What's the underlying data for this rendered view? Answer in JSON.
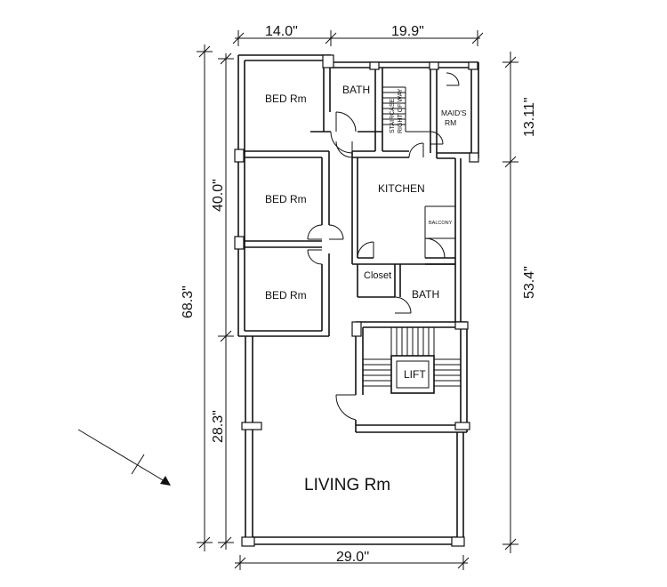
{
  "rooms": {
    "bed1": "BED Rm",
    "bed2": "BED Rm",
    "bed3": "BED Rm",
    "bath_top": "BATH",
    "staircase_line1": "STAIRCASE",
    "staircase_line2": "RIGHT OF WAY",
    "maids_line1": "MAID'S",
    "maids_line2": "RM",
    "kitchen": "KITCHEN",
    "balcony": "BALCONY",
    "closet": "Closet",
    "bath_mid": "BATH",
    "lift": "LIFT",
    "living": "LIVING Rm"
  },
  "dimensions": {
    "top_left": "14.0\"",
    "top_right": "19.9\"",
    "bottom": "29.0''",
    "left_upper": "40.0\"",
    "left_total": "68.3\"",
    "left_lower": "28.3\"",
    "right_upper": "13.11\"",
    "right_total": "53.4\""
  }
}
